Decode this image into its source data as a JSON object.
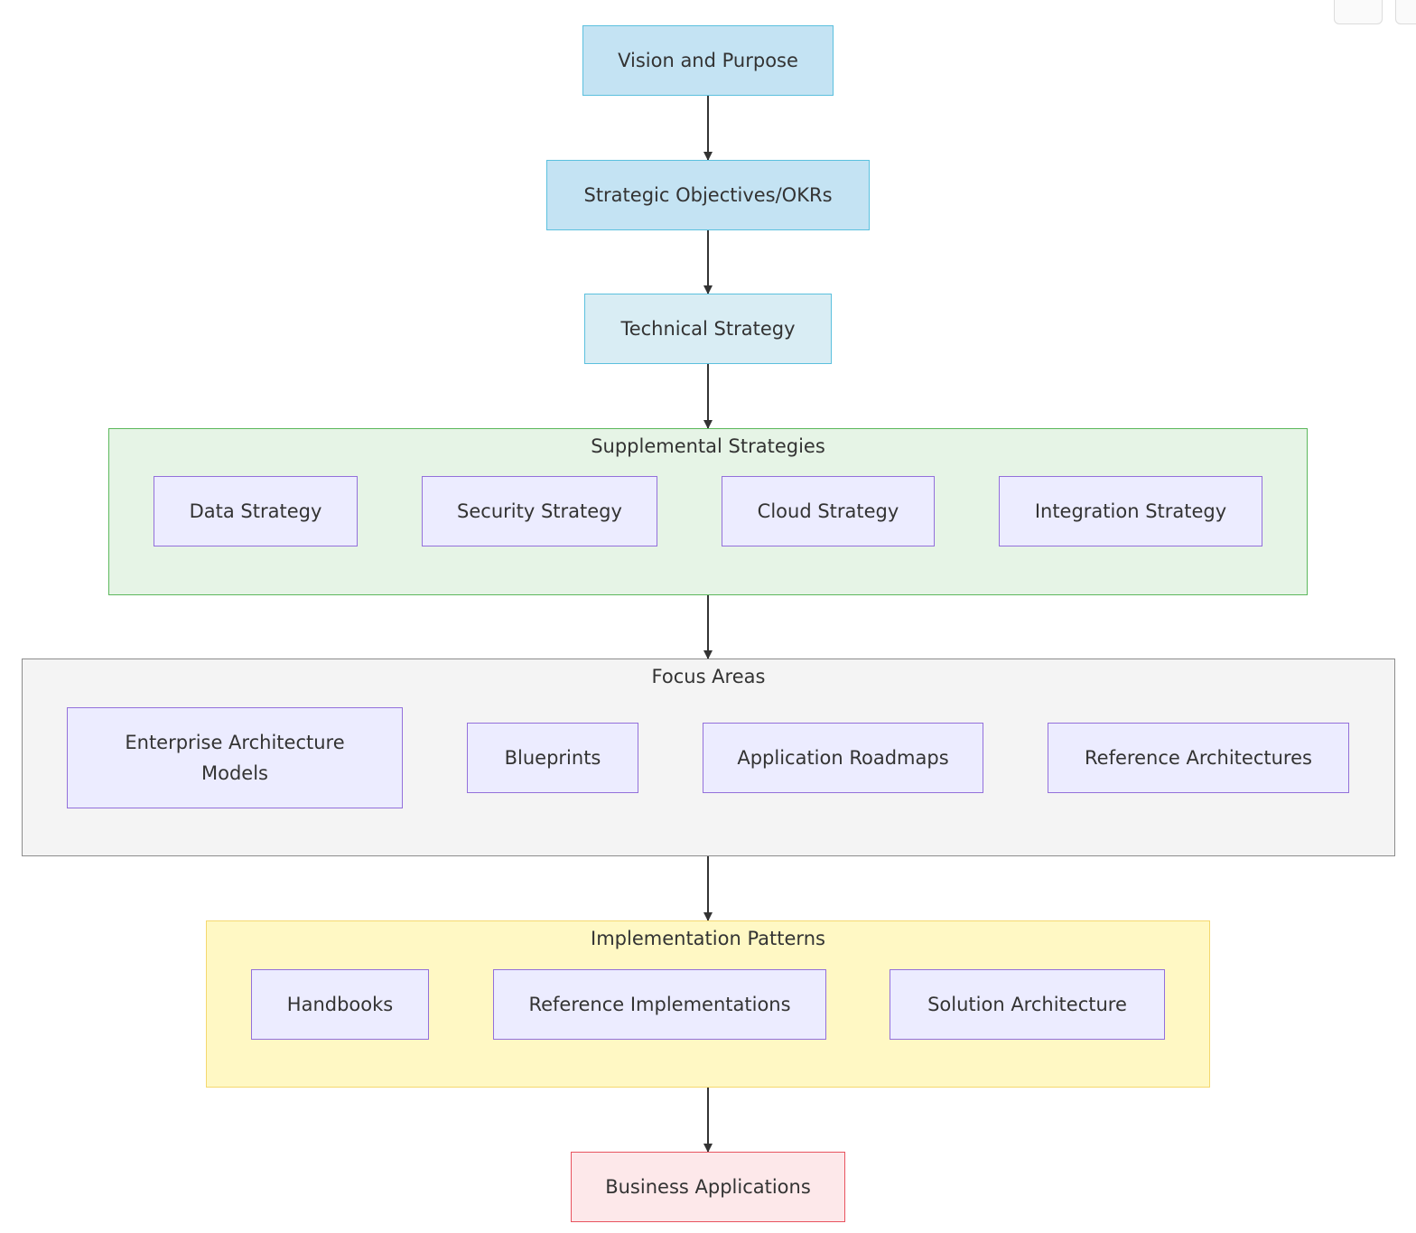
{
  "nodes": {
    "vision": "Vision and Purpose",
    "objectives": "Strategic Objectives/OKRs",
    "technical": "Technical Strategy",
    "business": "Business Applications"
  },
  "groups": {
    "supplemental": {
      "title": "Supplemental Strategies",
      "items": [
        "Data Strategy",
        "Security Strategy",
        "Cloud Strategy",
        "Integration Strategy"
      ]
    },
    "focus": {
      "title": "Focus Areas",
      "items": [
        "Enterprise Architecture Models",
        "Blueprints",
        "Application Roadmaps",
        "Reference Architectures"
      ]
    },
    "implementation": {
      "title": "Implementation Patterns",
      "items": [
        "Handbooks",
        "Reference Implementations",
        "Solution Architecture"
      ]
    }
  },
  "colors": {
    "top_nodes": "#c4e3f3",
    "technical_node": "#d9edf4",
    "supplemental_group": "#e6f4e6",
    "focus_group": "#f4f4f4",
    "implementation_group": "#fff8c4",
    "business_node": "#fde8ea",
    "inner_nodes": "#ececff",
    "edges": "#333333"
  }
}
